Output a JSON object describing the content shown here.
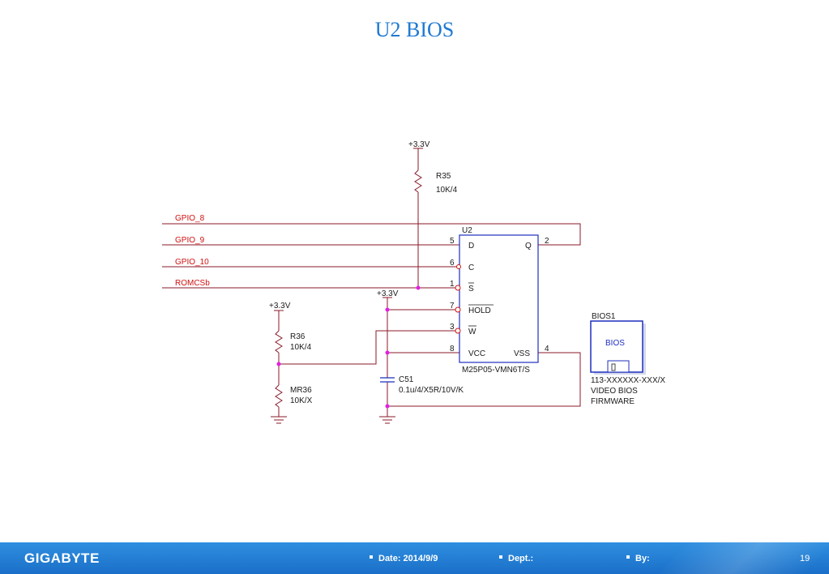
{
  "title": "U2 BIOS",
  "schematic": {
    "top_power": "+3.3V",
    "r35": {
      "ref": "R35",
      "value": "10K/4"
    },
    "signals": [
      "GPIO_8",
      "GPIO_9",
      "GPIO_10",
      "ROMCSb"
    ],
    "chip": {
      "ref": "U2",
      "part": "M25P05-VMN6T/S",
      "pins": {
        "d": {
          "num": "5",
          "name": "D"
        },
        "c": {
          "num": "6",
          "name": "C"
        },
        "s": {
          "num": "1",
          "name": "S"
        },
        "hold": {
          "num": "7",
          "name": "HOLD"
        },
        "w": {
          "num": "3",
          "name": "W"
        },
        "vcc": {
          "num": "8",
          "name": "VCC"
        },
        "q": {
          "num": "2",
          "name": "Q"
        },
        "vss": {
          "num": "4",
          "name": "VSS"
        }
      }
    },
    "mid_power": "+3.3V",
    "left_power": "+3.3V",
    "r36": {
      "ref": "R36",
      "value": "10K/4"
    },
    "mr36": {
      "ref": "MR36",
      "value": "10K/X"
    },
    "c51": {
      "ref": "C51",
      "value": "0.1u/4/X5R/10V/K"
    },
    "bios_block": {
      "ref": "BIOS1",
      "label": "BIOS",
      "part_number": "113-XXXXXX-XXX/X",
      "desc_line1": "VIDEO BIOS",
      "desc_line2": "FIRMWARE"
    },
    "colors": {
      "wire": "#8b1a2a",
      "junction": "#e020e0",
      "signal_text": "#d01010",
      "chip": "#1f2fbf"
    }
  },
  "footer": {
    "logo": "GIGABYTE",
    "date": "Date: 2014/9/9",
    "dept": "Dept.:",
    "by": "By:",
    "page": "19"
  }
}
